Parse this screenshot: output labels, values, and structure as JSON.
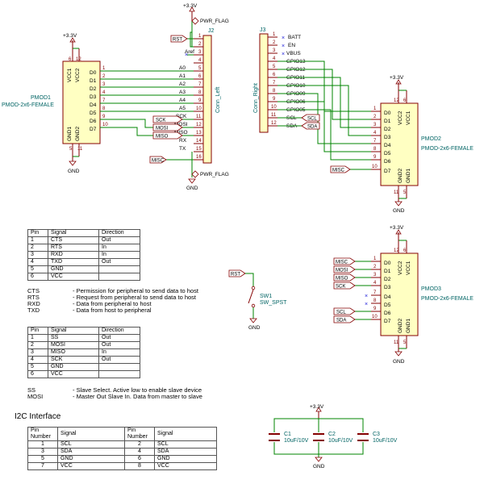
{
  "pmod1": {
    "ref": "PMOD1",
    "value": "PMOD-2x6-FEMALE",
    "left_pins": [
      "VCC1",
      "VCC2",
      "D0",
      "D1",
      "D2",
      "D3",
      "D4",
      "D5",
      "D6",
      "D7",
      "GND1",
      "GND2"
    ],
    "pin_numbers": [
      "6",
      "12",
      "1",
      "2",
      "3",
      "4",
      "7",
      "8",
      "9",
      "10",
      "5",
      "11"
    ]
  },
  "pmod2": {
    "ref": "PMOD2",
    "value": "PMOD-2x6-FEMALE",
    "pins": [
      "VCC2",
      "VCC1",
      "D0",
      "D1",
      "D2",
      "D3",
      "D4",
      "D5",
      "D6",
      "D7",
      "GND2",
      "GND1"
    ],
    "pin_numbers": [
      "12",
      "6",
      "1",
      "2",
      "3",
      "4",
      "7",
      "8",
      "9",
      "10",
      "11",
      "5"
    ]
  },
  "pmod3": {
    "ref": "PMOD3",
    "value": "PMOD-2x6-FEMALE",
    "pins": [
      "VCC2",
      "VCC1",
      "D0",
      "D1",
      "D2",
      "D3",
      "D4",
      "D5",
      "D6",
      "D7",
      "GND2",
      "GND1"
    ],
    "pin_numbers": [
      "12",
      "6",
      "1",
      "2",
      "3",
      "4",
      "7",
      "8",
      "9",
      "10",
      "11",
      "5"
    ]
  },
  "j2": {
    "ref": "J2",
    "value": "Conn_Left",
    "pin_numbers": [
      "1",
      "2",
      "3",
      "4",
      "5",
      "6",
      "7",
      "8",
      "9",
      "10",
      "11",
      "12",
      "13",
      "14",
      "15",
      "16"
    ],
    "nets": [
      "RST",
      "",
      "Aref",
      "",
      "A0",
      "A1",
      "A2",
      "A3",
      "A4",
      "A5",
      "SCK",
      "MOSI",
      "MISO",
      "RX",
      "TX",
      ""
    ]
  },
  "j3": {
    "ref": "J3",
    "value": "Conn_Right",
    "pin_numbers": [
      "1",
      "2",
      "3",
      "4",
      "5",
      "6",
      "7",
      "8",
      "9",
      "10",
      "11",
      "12"
    ],
    "nets": [
      "BATT",
      "EN",
      "VBUS",
      "GPIO13",
      "GPIO12",
      "GPIO11",
      "GPIO10",
      "GPIO09",
      "GPIO06",
      "GPIO05",
      "SCL",
      "SDA"
    ]
  },
  "wire_numbers": [
    "1",
    "2",
    "3",
    "4",
    "7",
    "8",
    "9",
    "10"
  ],
  "labels": {
    "rst": "RST",
    "sck": "SCK",
    "mosi": "MOSI",
    "miso": "MISO",
    "misc": "MISC",
    "scl": "SCL",
    "sda": "SDA"
  },
  "power": {
    "v33": "+3.3V",
    "gnd": "GND",
    "pwr_flag": "PWR_FLAG"
  },
  "switch": {
    "ref": "SW1",
    "value": "SW_SPST"
  },
  "caps": [
    {
      "ref": "C1",
      "value": "10uF/10V"
    },
    {
      "ref": "C2",
      "value": "10uF/10V"
    },
    {
      "ref": "C3",
      "value": "10uF/10V"
    }
  ],
  "uart_table": {
    "headers": [
      "Pin",
      "Signal",
      "Direction"
    ],
    "rows": [
      [
        "1",
        "CTS",
        "Out"
      ],
      [
        "2",
        "RTS",
        "In"
      ],
      [
        "3",
        "RXD",
        "In"
      ],
      [
        "4",
        "TXD",
        "Out"
      ],
      [
        "5",
        "GND",
        ""
      ],
      [
        "6",
        "VCC",
        ""
      ]
    ]
  },
  "uart_notes": [
    {
      "key": "CTS",
      "text": "- Permission for peripheral to send data to host"
    },
    {
      "key": "RTS",
      "text": "- Request from peripheral to send data to host"
    },
    {
      "key": "RXD",
      "text": "- Data from peripheral to host"
    },
    {
      "key": "TXD",
      "text": "- Data from host to peripheral"
    }
  ],
  "spi_table": {
    "headers": [
      "Pin",
      "Signal",
      "Direction"
    ],
    "rows": [
      [
        "1",
        "SS",
        "Out"
      ],
      [
        "2",
        "MOSI",
        "Out"
      ],
      [
        "3",
        "MISO",
        "In"
      ],
      [
        "4",
        "SCK",
        "Out"
      ],
      [
        "5",
        "GND",
        ""
      ],
      [
        "6",
        "VCC",
        ""
      ]
    ]
  },
  "spi_notes": [
    {
      "key": "SS",
      "text": "- Slave Select. Active low to enable slave device"
    },
    {
      "key": "MOSI",
      "text": "- Master Out Slave In. Data from master to slave"
    }
  ],
  "i2c": {
    "title": "I2C Interface",
    "headers": [
      "Pin\nNumber",
      "Signal",
      "Pin\nNumber",
      "Signal"
    ],
    "rows": [
      [
        "1",
        "SCL",
        "2",
        "SCL"
      ],
      [
        "3",
        "SDA",
        "4",
        "SDA"
      ],
      [
        "5",
        "GND",
        "6",
        "GND"
      ],
      [
        "7",
        "VCC",
        "8",
        "VCC"
      ]
    ]
  }
}
